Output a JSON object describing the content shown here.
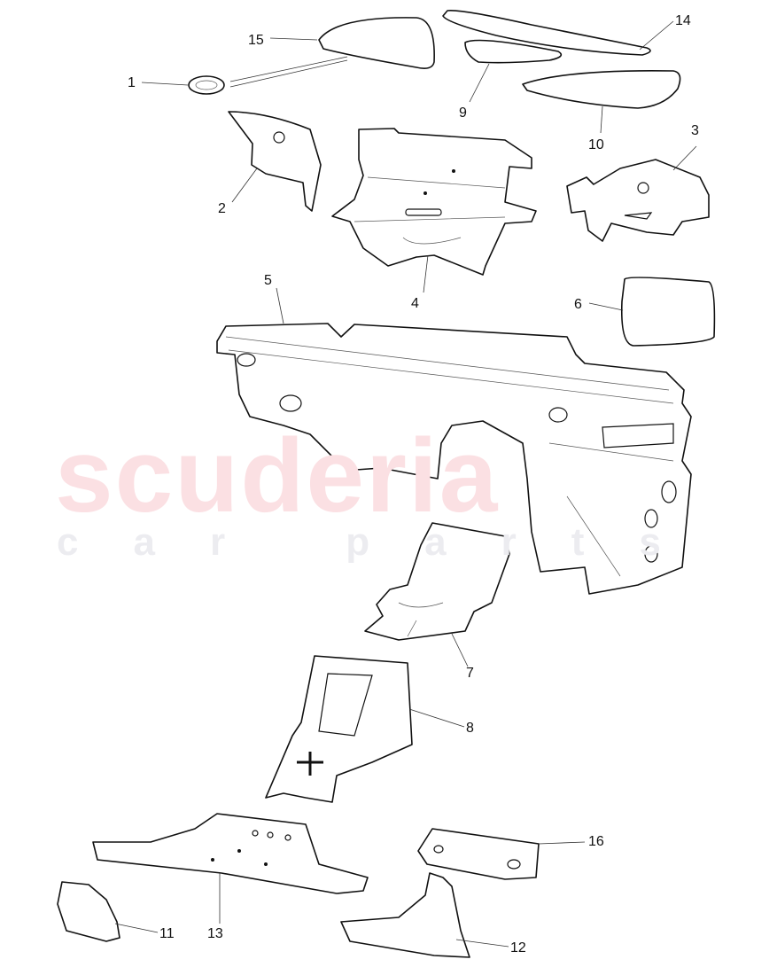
{
  "watermark": {
    "brand": "scuderia",
    "tagline": "car parts",
    "brand_color": "#fbe0e3",
    "tagline_color": "#ececf0"
  },
  "callouts": [
    "15",
    "1",
    "14",
    "9",
    "10",
    "2",
    "3",
    "4",
    "5",
    "6",
    "7",
    "8",
    "16",
    "11",
    "13",
    "12"
  ]
}
